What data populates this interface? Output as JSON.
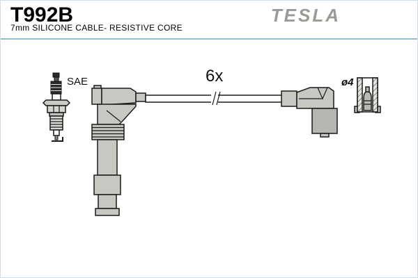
{
  "page": {
    "background": "#ffffff",
    "border_color": "#cddfee"
  },
  "header": {
    "part_number": "T992B",
    "subtitle": "7mm SILICONE CABLE- RESISTIVE CORE",
    "brand": "TESLA",
    "brand_color": "#9b9b95",
    "divider_color": "#96bcd8"
  },
  "diagram": {
    "labels": {
      "plug_standard": "SAE",
      "quantity": "6x",
      "terminal_diameter": "ø4"
    },
    "colors": {
      "outline": "#1a1a1a",
      "boot_fill": "#c6c8c2",
      "boot_fill_dark": "#b4b6b0",
      "cable_fill": "#ffffff"
    }
  }
}
